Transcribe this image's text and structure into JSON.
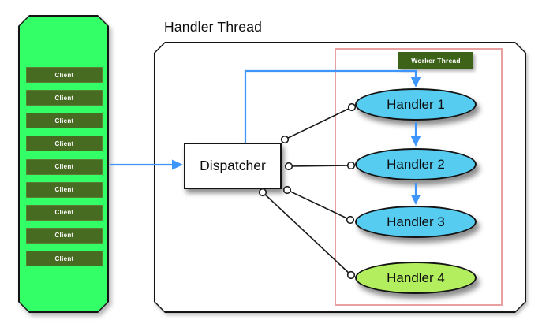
{
  "title": "Handler Thread",
  "clients": {
    "items": [
      "Client",
      "Client",
      "Client",
      "Client",
      "Client",
      "Client",
      "Client",
      "Client",
      "Client"
    ]
  },
  "dispatcher": {
    "label": "Dispatcher"
  },
  "worker_thread": {
    "label": "Worker Thread"
  },
  "handlers": [
    {
      "label": "Handler 1",
      "fill": "#57ccf1"
    },
    {
      "label": "Handler 2",
      "fill": "#57ccf1"
    },
    {
      "label": "Handler 3",
      "fill": "#57ccf1"
    },
    {
      "label": "Handler 4",
      "fill": "#b2ee5d"
    }
  ],
  "colors": {
    "client_pool_fill": "#33ff66",
    "client_box_fill": "#486b22",
    "worker_box_fill": "#3d6318",
    "handler_blue": "#57ccf1",
    "handler_green": "#b2ee5d",
    "worker_region_border": "#e9a0a0",
    "arrow_blue": "#3e95fb",
    "outline_black": "#1a1a1a"
  }
}
